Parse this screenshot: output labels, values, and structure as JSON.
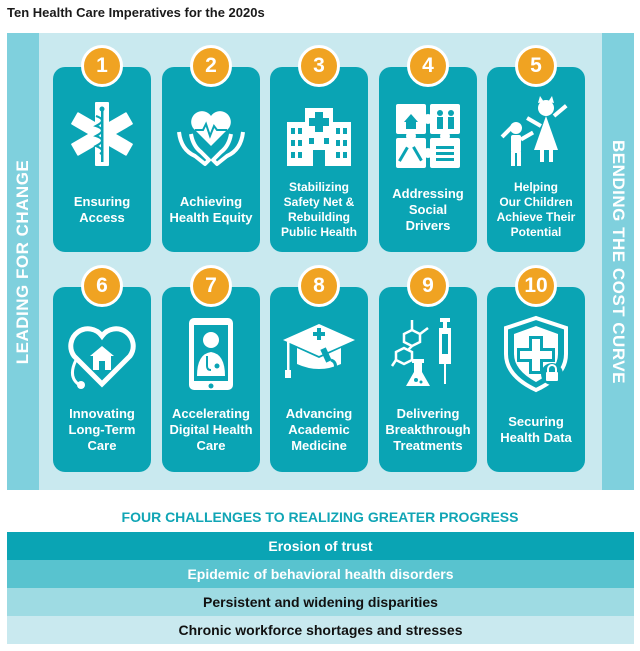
{
  "page_title": "Ten Health Care Imperatives for the 2020s",
  "left_label": "LEADING FOR CHANGE",
  "right_label": "BENDING THE COST CURVE",
  "imperatives": [
    {
      "number": "1",
      "lines": [
        "Ensuring",
        "Access"
      ],
      "icon": "star-of-life-icon"
    },
    {
      "number": "2",
      "lines": [
        "Achieving",
        "Health Equity"
      ],
      "icon": "heart-in-hands-icon"
    },
    {
      "number": "3",
      "lines": [
        "Stabilizing",
        "Safety Net &",
        "Rebuilding",
        "Public Health"
      ],
      "icon": "hospital-building-icon"
    },
    {
      "number": "4",
      "lines": [
        "Addressing",
        "Social",
        "Drivers"
      ],
      "icon": "puzzle-pieces-icon"
    },
    {
      "number": "5",
      "lines": [
        "Helping",
        "Our Children",
        "Achieve Their",
        "Potential"
      ],
      "icon": "children-icon"
    },
    {
      "number": "6",
      "lines": [
        "Innovating",
        "Long-Term",
        "Care"
      ],
      "icon": "stethoscope-house-heart-icon"
    },
    {
      "number": "7",
      "lines": [
        "Accelerating",
        "Digital Health",
        "Care"
      ],
      "icon": "tablet-doctor-icon"
    },
    {
      "number": "8",
      "lines": [
        "Advancing",
        "Academic",
        "Medicine"
      ],
      "icon": "graduation-cap-microscope-icon"
    },
    {
      "number": "9",
      "lines": [
        "Delivering",
        "Breakthrough",
        "Treatments"
      ],
      "icon": "molecule-flask-syringe-icon"
    },
    {
      "number": "10",
      "lines": [
        "Securing",
        "Health Data"
      ],
      "icon": "shield-lock-icon"
    }
  ],
  "challenges_title": "FOUR CHALLENGES TO REALIZING GREATER PROGRESS",
  "challenges": [
    {
      "label": "Erosion of trust",
      "bg": "#0aa4b4",
      "text_color": "#ffffff"
    },
    {
      "label": "Epidemic of behavioral health disorders",
      "bg": "#58c3cf",
      "text_color": "#ffffff"
    },
    {
      "label": "Persistent and widening disparities",
      "bg": "#9edbe3",
      "text_color": "#111111"
    },
    {
      "label": "Chronic workforce shortages and stresses",
      "bg": "#c9e9ef",
      "text_color": "#111111"
    }
  ],
  "colors": {
    "teal": "#0aa4b4",
    "orange": "#f0a322",
    "light_frame": "#c9e9ef",
    "side_bar": "#7fd0dd"
  }
}
